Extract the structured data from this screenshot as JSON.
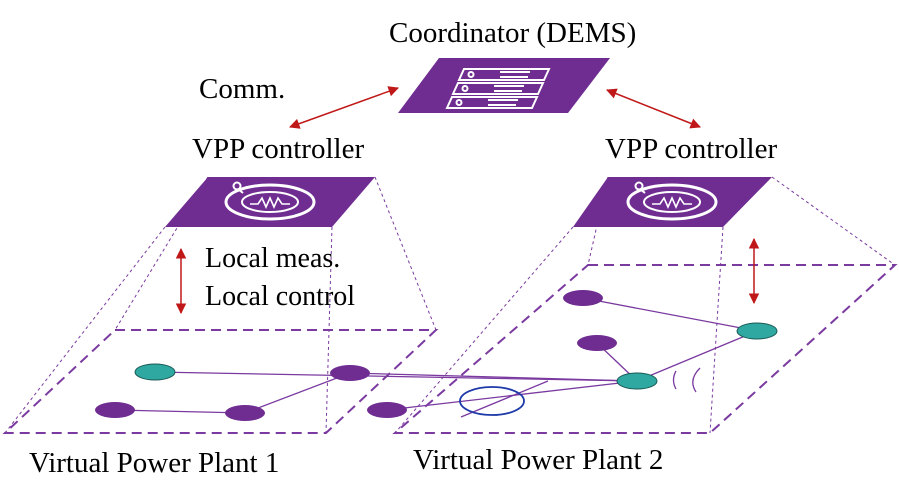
{
  "coordinator_label": "Coordinator (DEMS)",
  "comm_label": "Comm.",
  "vpp1": {
    "controller_label": "VPP controller",
    "meas_label": "Local meas.",
    "control_label": "Local control",
    "plant_label": "Virtual Power Plant 1"
  },
  "vpp2": {
    "controller_label": "VPP controller",
    "plant_label": "Virtual Power Plant 2"
  },
  "colors": {
    "purple": "#6f2c91",
    "teal": "#2ea8a0",
    "arrow_red": "#c01818",
    "dash_purple": "#7a3aa0"
  }
}
